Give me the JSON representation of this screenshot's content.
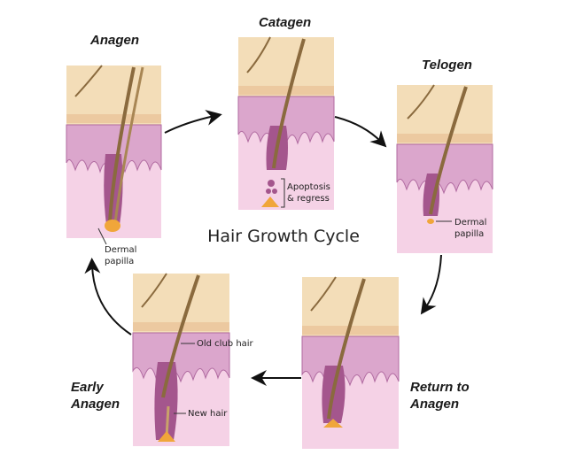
{
  "title": "Hair Growth Cycle",
  "stages": [
    {
      "id": "anagen",
      "label": "Anagen"
    },
    {
      "id": "catagen",
      "label": "Catagen"
    },
    {
      "id": "telogen",
      "label": "Telogen"
    },
    {
      "id": "return",
      "label_line1": "Return to",
      "label_line2": "Anagen"
    },
    {
      "id": "early",
      "label_line1": "Early",
      "label_line2": "Anagen"
    }
  ],
  "annotations": {
    "dermal_papilla_1_line1": "Dermal",
    "dermal_papilla_1_line2": "papilla",
    "apoptosis_line1": "Apoptosis",
    "apoptosis_line2": "& regress",
    "dermal_papilla_2_line1": "Dermal",
    "dermal_papilla_2_line2": "papilla",
    "old_club_hair": "Old club hair",
    "new_hair": "New hair"
  },
  "colors": {
    "epidermis": "#f3ddb8",
    "dermis": "#f5d2e6",
    "dermis_wave": "#dba6cc",
    "wave_stroke": "#b06aa0",
    "hair": "#8a6a3e",
    "follicle": "#a4568d",
    "papilla": "#f0a63a",
    "arrow": "#111111"
  }
}
